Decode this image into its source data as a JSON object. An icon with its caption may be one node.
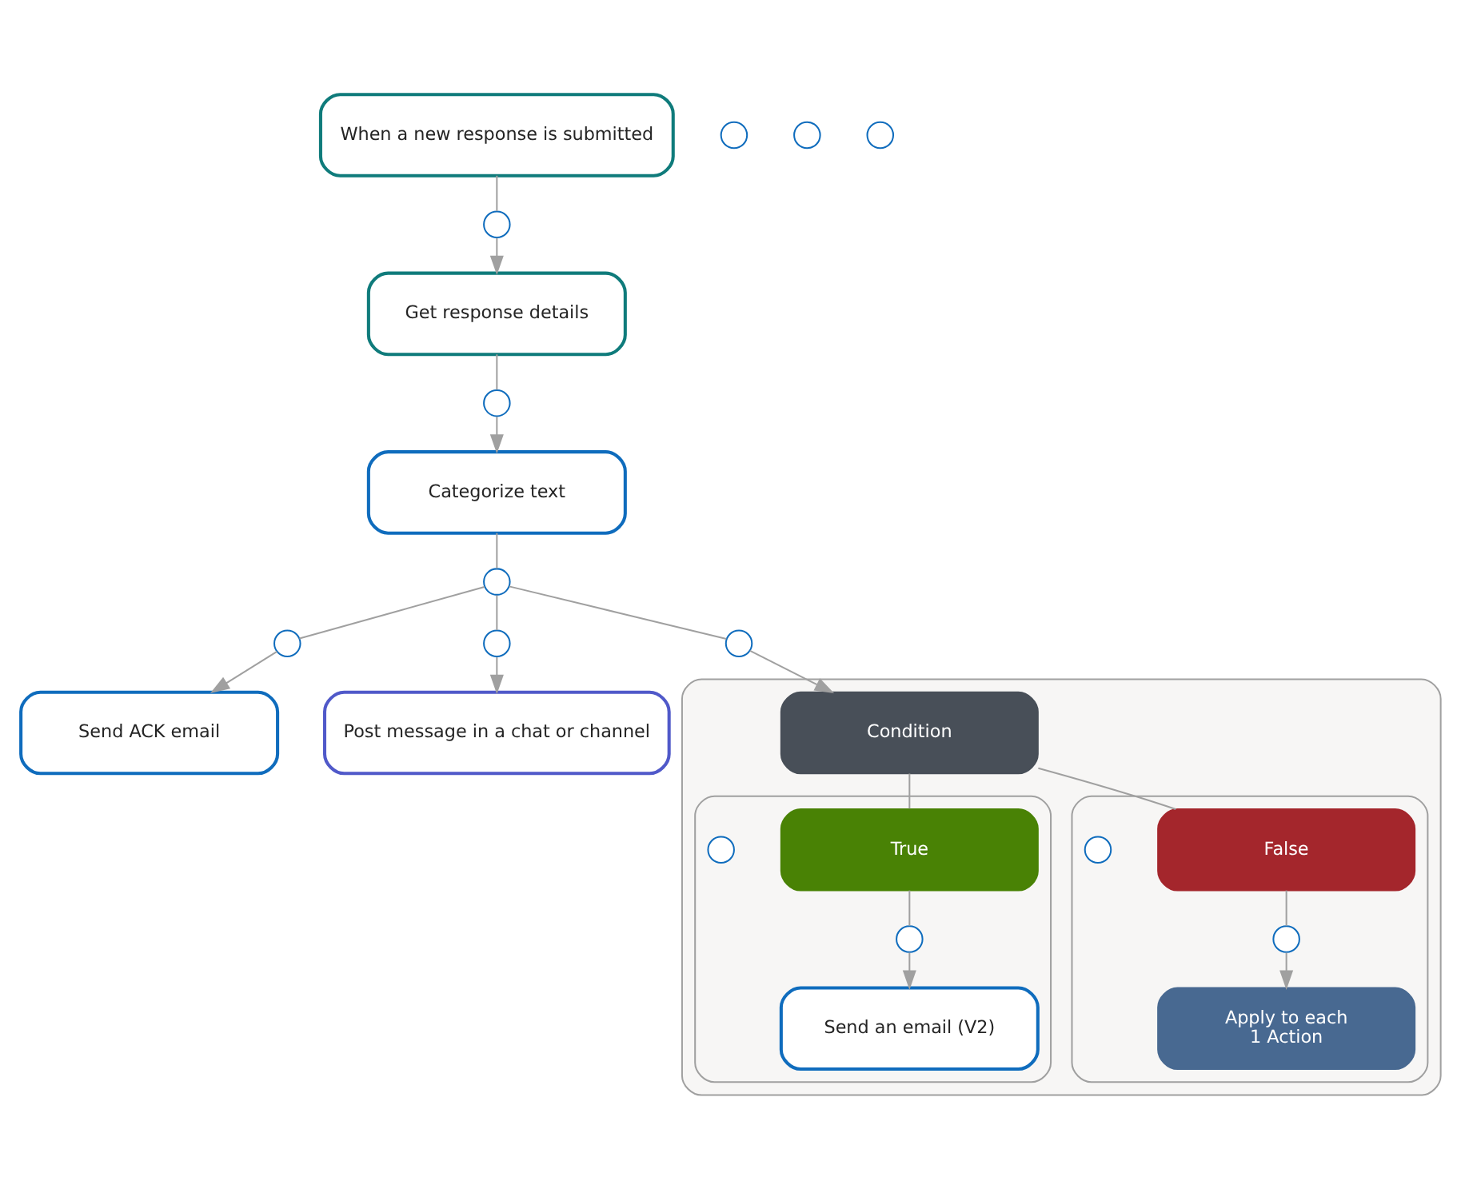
{
  "diagram": {
    "nodes": [
      {
        "text": [
          "When a new response is submitted"
        ]
      },
      {
        "text": [],
        "shape": "circle"
      },
      {
        "text": [
          "Get response details"
        ]
      },
      {
        "text": [],
        "shape": "circle"
      },
      {
        "text": [
          "Categorize text"
        ]
      },
      {
        "text": [],
        "shape": "circle"
      },
      {
        "text": [],
        "shape": "circle"
      },
      {
        "text": [],
        "shape": "circle"
      },
      {
        "text": [],
        "shape": "circle"
      },
      {
        "text": [
          "Send ACK email"
        ]
      },
      {
        "text": [
          "Post message in a chat or channel"
        ]
      },
      {
        "text": [],
        "shape": "box"
      },
      {
        "text": [
          "Condition"
        ],
        "in": 11
      },
      {
        "text": [],
        "shape": "box",
        "in": 11
      },
      {
        "text": [
          "True"
        ],
        "in": 13
      },
      {
        "text": [],
        "shape": "circle",
        "in": 13
      },
      {
        "text": [
          "Send an email (V2)"
        ],
        "in": 13
      },
      {
        "text": [],
        "shape": "circle",
        "in": 13
      },
      {
        "text": [],
        "shape": "box",
        "in": 11
      },
      {
        "text": [
          "False"
        ],
        "in": 18
      },
      {
        "text": [],
        "shape": "circle",
        "in": 18
      },
      {
        "text": [
          "Apply to each",
          "1 Action"
        ],
        "in": 18
      },
      {
        "text": [],
        "shape": "circle",
        "in": 18
      },
      {
        "text": [],
        "shape": "circle"
      },
      {
        "text": [],
        "shape": "circle"
      },
      {
        "text": [],
        "shape": "circle"
      }
    ],
    "edges": [
      {
        "from": 0,
        "to": 1,
        "arrow": "none"
      },
      {
        "from": 1,
        "to": 2,
        "arrow": "to"
      },
      {
        "from": 2,
        "to": 3,
        "arrow": "none"
      },
      {
        "from": 3,
        "to": 4,
        "arrow": "to"
      },
      {
        "from": 4,
        "to": 5,
        "arrow": "none"
      },
      {
        "from": 5,
        "to": 6,
        "arrow": "none"
      },
      {
        "from": 5,
        "to": 7,
        "arrow": "none"
      },
      {
        "from": 5,
        "to": 8,
        "arrow": "none"
      },
      {
        "from": 6,
        "to": 9,
        "arrow": "to"
      },
      {
        "from": 7,
        "to": 10,
        "arrow": "to"
      },
      {
        "from": 8,
        "to": 12,
        "arrow": "to"
      },
      {
        "from": 12,
        "to": 14,
        "arrow": "none"
      },
      {
        "from": 12,
        "to": 19,
        "arrow": "none"
      },
      {
        "from": 14,
        "to": 15,
        "arrow": "none"
      },
      {
        "from": 15,
        "to": 16,
        "arrow": "to"
      },
      {
        "from": 19,
        "to": 20,
        "arrow": "none"
      },
      {
        "from": 20,
        "to": 21,
        "arrow": "to"
      }
    ]
  }
}
